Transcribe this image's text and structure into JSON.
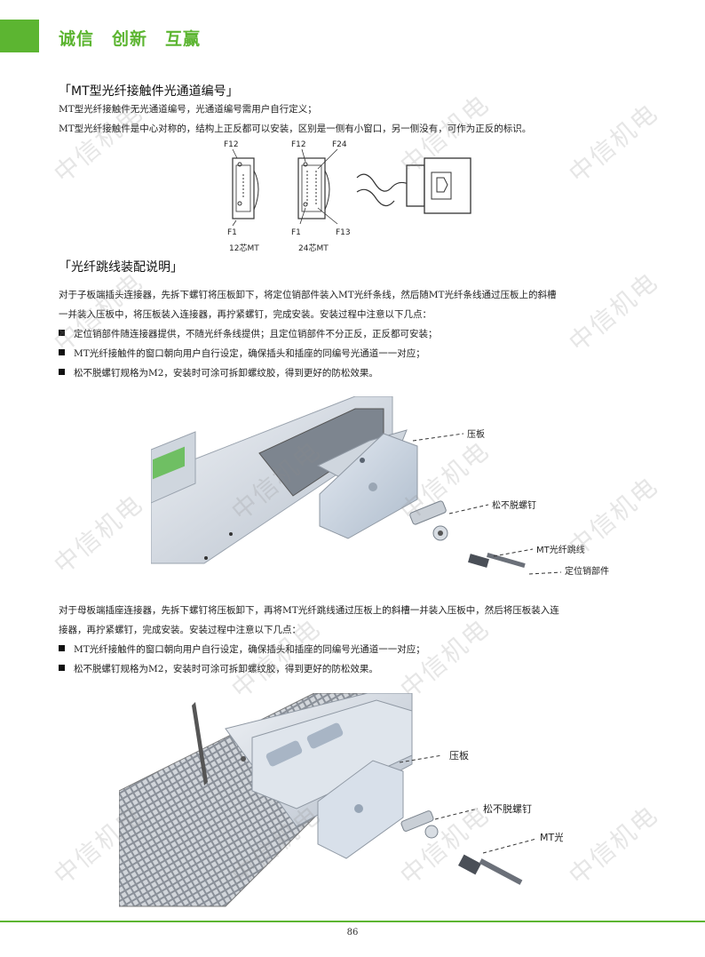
{
  "header": {
    "slogan": "诚信　创新　互赢"
  },
  "section1": {
    "title": "「MT型光纤接触件光通道编号」",
    "lines": [
      "MT型光纤接触件无光通道编号，光通道编号需用户自行定义；",
      "MT型光纤接触件是中心对称的，结构上正反都可以安装，区别是一侧有小窗口，另一侧没有，可作为正反的标识。"
    ],
    "figure": {
      "labels_12": {
        "top": "F12",
        "bottom": "F1",
        "caption": "12芯MT"
      },
      "labels_24": {
        "top_left": "F12",
        "top_right": "F24",
        "bottom_left": "F1",
        "bottom_right": "F13",
        "caption": "24芯MT"
      }
    }
  },
  "section2": {
    "title": "「光纤跳线装配说明」",
    "para1_lines": [
      "对于子板端插头连接器，先拆下螺钉将压板卸下，将定位销部件装入MT光纤条线，然后随MT光纤条线通过压板上的斜槽",
      "一并装入压板中，将压板装入连接器，再拧紧螺钉，完成安装。安装过程中注意以下几点："
    ],
    "bullets1": [
      "定位销部件随连接器提供，不随光纤条线提供；且定位销部件不分正反，正反都可安装；",
      "MT光纤接触件的窗口朝向用户自行设定，确保插头和插座的同编号光通道一一对应；",
      "松不脱螺钉规格为M2，安装时可涂可拆卸螺纹胶，得到更好的防松效果。"
    ],
    "figure1_labels": [
      "压板",
      "松不脱螺钉",
      "MT光纤跳线",
      "定位销部件"
    ],
    "para2_lines": [
      "对于母板端插座连接器，先拆下螺钉将压板卸下，再将MT光纤跳线通过压板上的斜槽一并装入压板中，然后将压板装入连",
      "接器，再拧紧螺钉，完成安装。安装过程中注意以下几点："
    ],
    "bullets2": [
      "MT光纤接触件的窗口朝向用户自行设定，确保插头和插座的同编号光通道一一对应；",
      "松不脱螺钉规格为M2，安装时可涂可拆卸螺纹胶，得到更好的防松效果。"
    ],
    "figure2_labels": [
      "压板",
      "松不脱螺钉",
      "MT光纤跳线"
    ]
  },
  "watermark": "中信机电",
  "footer": {
    "page_number": "86"
  },
  "colors": {
    "brand_green": "#5cb531"
  }
}
